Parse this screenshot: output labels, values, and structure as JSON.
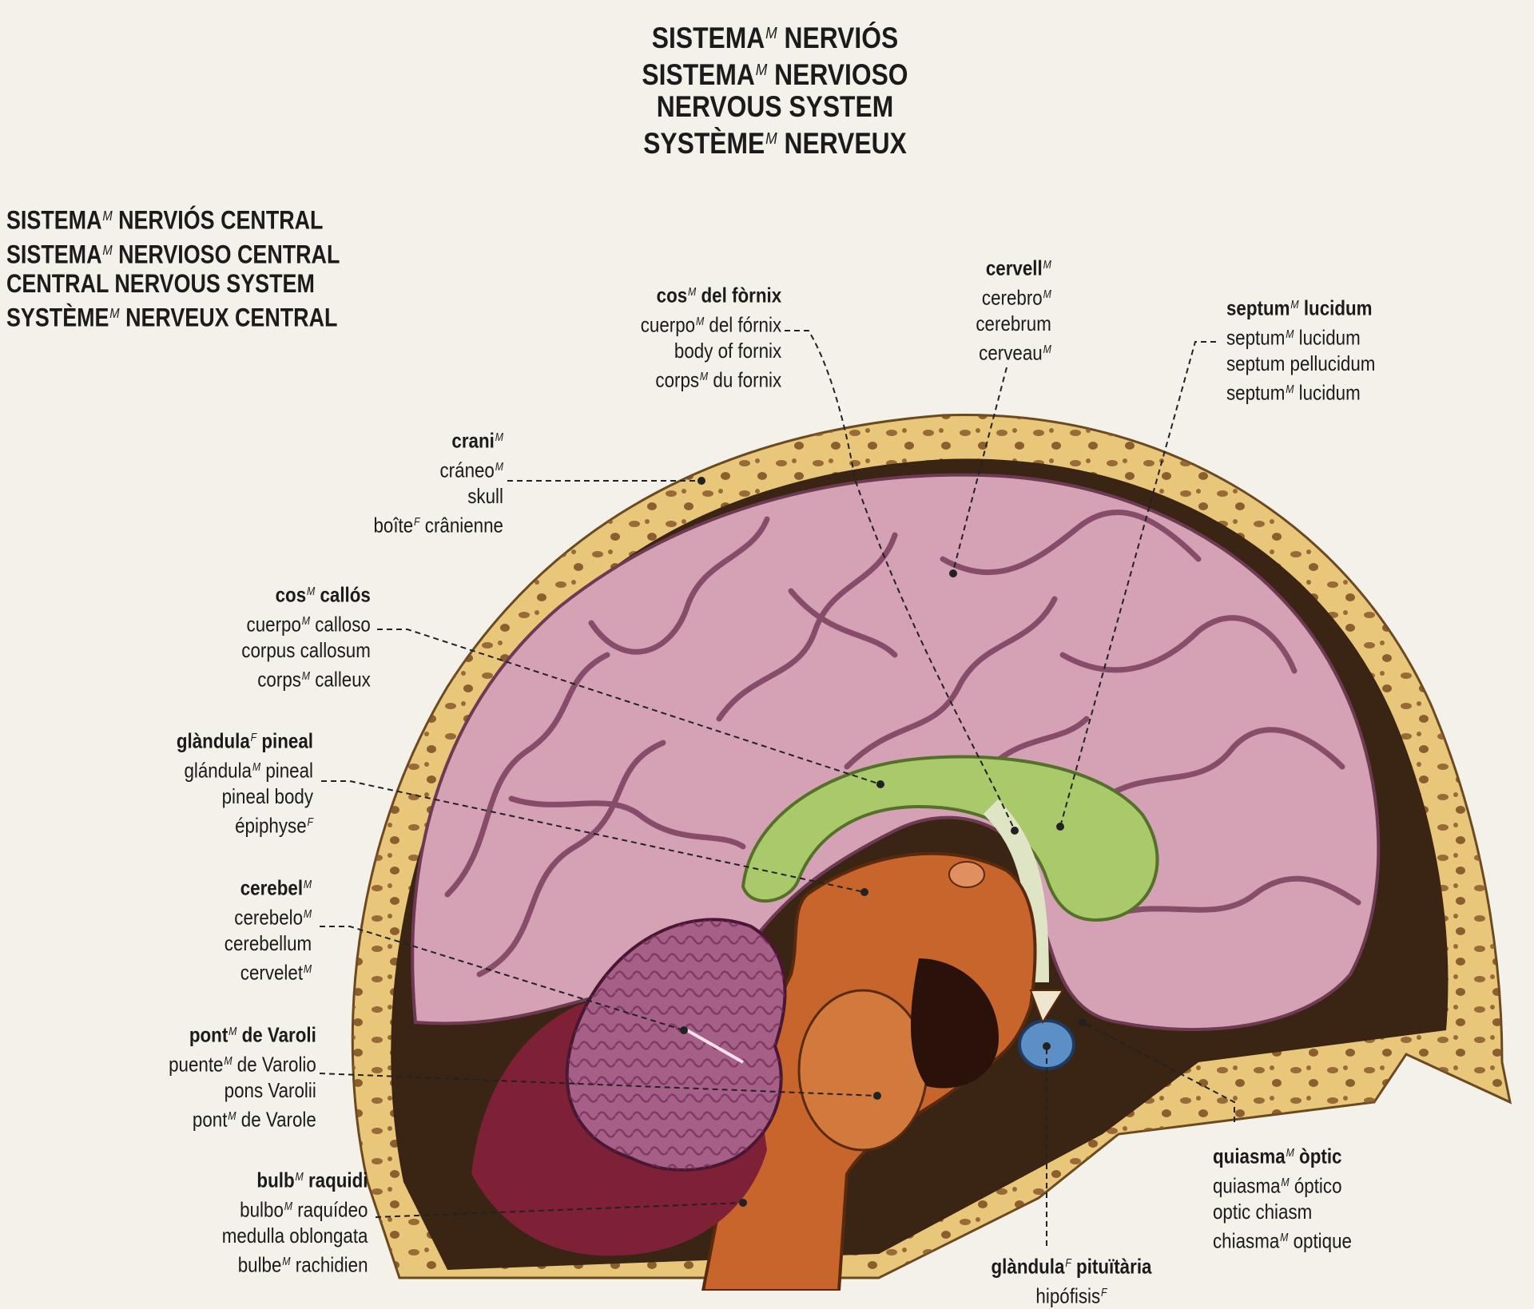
{
  "title": [
    "SISTEMA|M| NERVIÓS",
    "SISTEMA|M| NERVIOSO",
    "NERVOUS SYSTEM",
    "SYSTÈME|M| NERVEUX"
  ],
  "section_title": [
    "SISTEMA|M| NERVIÓS CENTRAL",
    "SISTEMA|M| NERVIOSO CENTRAL",
    "CENTRAL NERVOUS SYSTEM",
    "SYSTÈME|M| NERVEUX CENTRAL"
  ],
  "labels": {
    "fornix": [
      "cos|M| del fòrnix",
      "cuerpo|M| del fórnix",
      "body of fornix",
      "corps|M| du fornix"
    ],
    "cerebrum": [
      "cervell|M|",
      "cerebro|M|",
      "cerebrum",
      "cerveau|M|"
    ],
    "septum": [
      "septum|M| lucidum",
      "septum|M| lucidum",
      "septum pellucidum",
      "septum|M| lucidum"
    ],
    "skull": [
      "crani|M|",
      "cráneo|M|",
      "skull",
      "boîte|F| crânienne"
    ],
    "callosum": [
      "cos|M| callós",
      "cuerpo|M| calloso",
      "corpus callosum",
      "corps|M| calleux"
    ],
    "pineal": [
      "glàndula|F| pineal",
      "glándula|M| pineal",
      "pineal body",
      "épiphyse|F|"
    ],
    "cerebellum": [
      "cerebel|M|",
      "cerebelo|M|",
      "cerebellum",
      "cervelet|M|"
    ],
    "pons": [
      "pont|M| de Varoli",
      "puente|M| de Varolio",
      "pons Varolii",
      "pont|M| de Varole"
    ],
    "medulla": [
      "bulb|M| raquidi",
      "bulbo|M| raquídeo",
      "medulla oblongata",
      "bulbe|M| rachidien"
    ],
    "chiasm": [
      "quiasma|M| òptic",
      "quiasma|M| óptico",
      "optic chiasm",
      "chiasma|M| optique"
    ],
    "pituitary": [
      "glàndula|F| pituïtària",
      "hipófisis|F|"
    ]
  },
  "colors": {
    "background": "#f3f1ea",
    "skull_bone": "#e8c77a",
    "cerebrum": "#d4a2b4",
    "cerebellum": "#a65f86",
    "corpus_callosum": "#a9c96a",
    "brainstem": "#c8652c",
    "pituitary": "#5b8fc5"
  }
}
